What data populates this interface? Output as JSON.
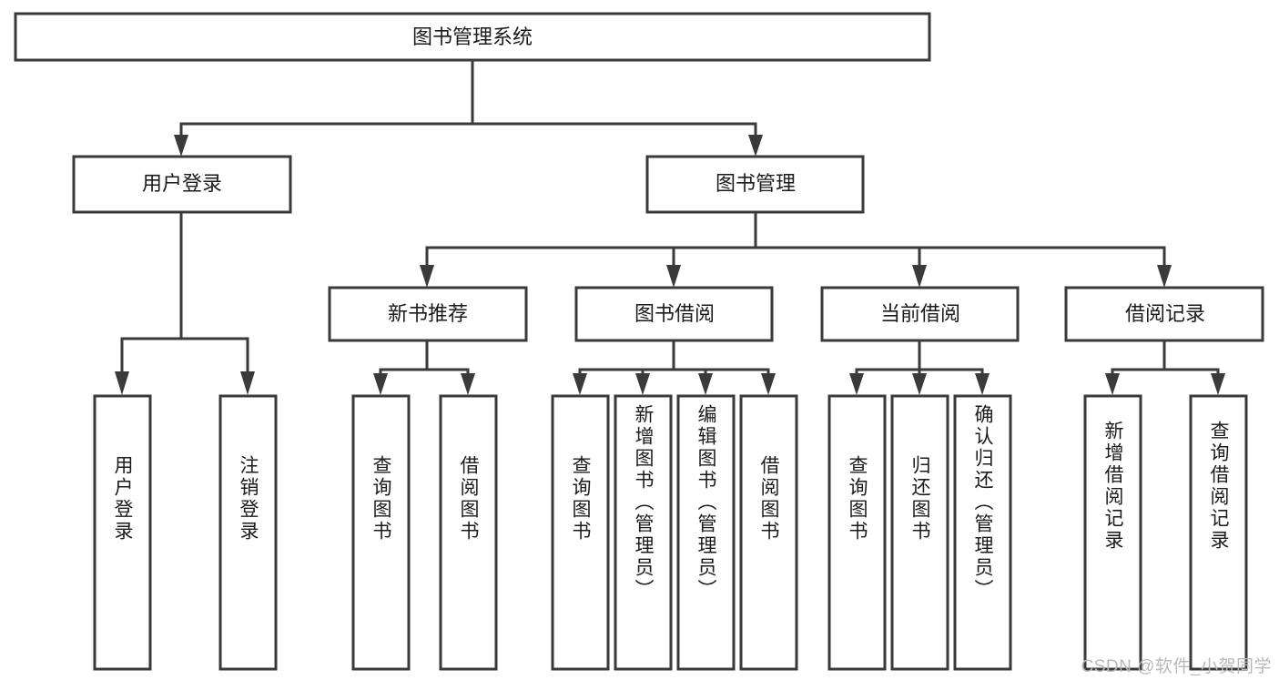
{
  "diagram": {
    "title": "图书管理系统",
    "type": "hierarchy-tree",
    "root": {
      "label": "图书管理系统",
      "orientation": "horizontal"
    },
    "level1": [
      {
        "label": "用户登录",
        "orientation": "horizontal"
      },
      {
        "label": "图书管理",
        "orientation": "horizontal"
      }
    ],
    "level2": [
      {
        "label": "新书推荐",
        "orientation": "horizontal",
        "parent": "图书管理"
      },
      {
        "label": "图书借阅",
        "orientation": "horizontal",
        "parent": "图书管理"
      },
      {
        "label": "当前借阅",
        "orientation": "horizontal",
        "parent": "图书管理"
      },
      {
        "label": "借阅记录",
        "orientation": "horizontal",
        "parent": "图书管理"
      }
    ],
    "leaves": [
      {
        "label": "用户登录",
        "parent": "用户登录",
        "orientation": "vertical"
      },
      {
        "label": "注销登录",
        "parent": "用户登录",
        "orientation": "vertical"
      },
      {
        "label": "查询图书",
        "parent": "新书推荐",
        "orientation": "vertical"
      },
      {
        "label": "借阅图书",
        "parent": "新书推荐",
        "orientation": "vertical"
      },
      {
        "label": "查询图书",
        "parent": "图书借阅",
        "orientation": "vertical"
      },
      {
        "label": "新增图书（管理员）",
        "parent": "图书借阅",
        "orientation": "vertical"
      },
      {
        "label": "编辑图书（管理员）",
        "parent": "图书借阅",
        "orientation": "vertical"
      },
      {
        "label": "借阅图书",
        "parent": "图书借阅",
        "orientation": "vertical"
      },
      {
        "label": "查询图书",
        "parent": "当前借阅",
        "orientation": "vertical"
      },
      {
        "label": "归还图书",
        "parent": "当前借阅",
        "orientation": "vertical"
      },
      {
        "label": "确认归还（管理员）",
        "parent": "当前借阅",
        "orientation": "vertical"
      },
      {
        "label": "新增借阅记录",
        "parent": "借阅记录",
        "orientation": "vertical"
      },
      {
        "label": "查询借阅记录",
        "parent": "借阅记录",
        "orientation": "vertical"
      }
    ]
  },
  "watermark": {
    "text": "CSDN @软件_小贺同学"
  },
  "colors": {
    "stroke": "#3a3a3a",
    "box_fill": "#ffffff",
    "text": "#1b1b1b",
    "background": "#ffffff",
    "watermark": "#b9b9b9"
  }
}
